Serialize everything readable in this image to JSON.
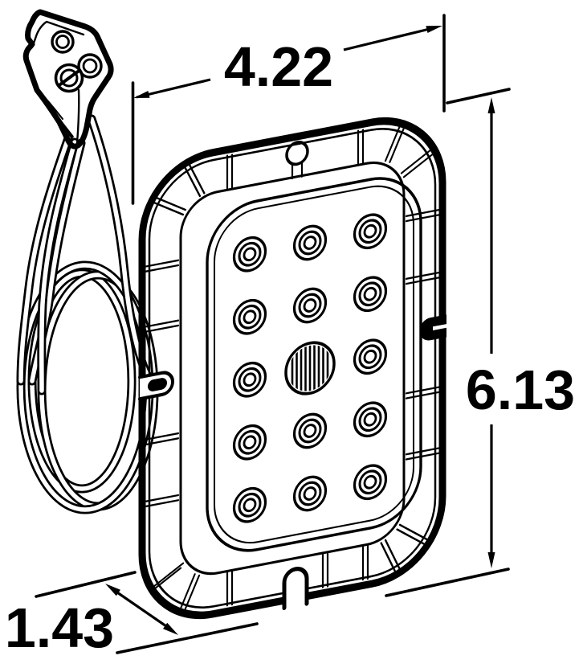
{
  "diagram": {
    "dimension_labels": {
      "width": "4.22",
      "height": "6.13",
      "depth": "1.43"
    },
    "lamp": {
      "led_count": 14,
      "grid_columns": 3,
      "grid_rows": 5,
      "center_feature": "hatched-circle",
      "connector_pin_count": 3
    },
    "colors": {
      "line": "#000000",
      "background": "#ffffff"
    }
  }
}
